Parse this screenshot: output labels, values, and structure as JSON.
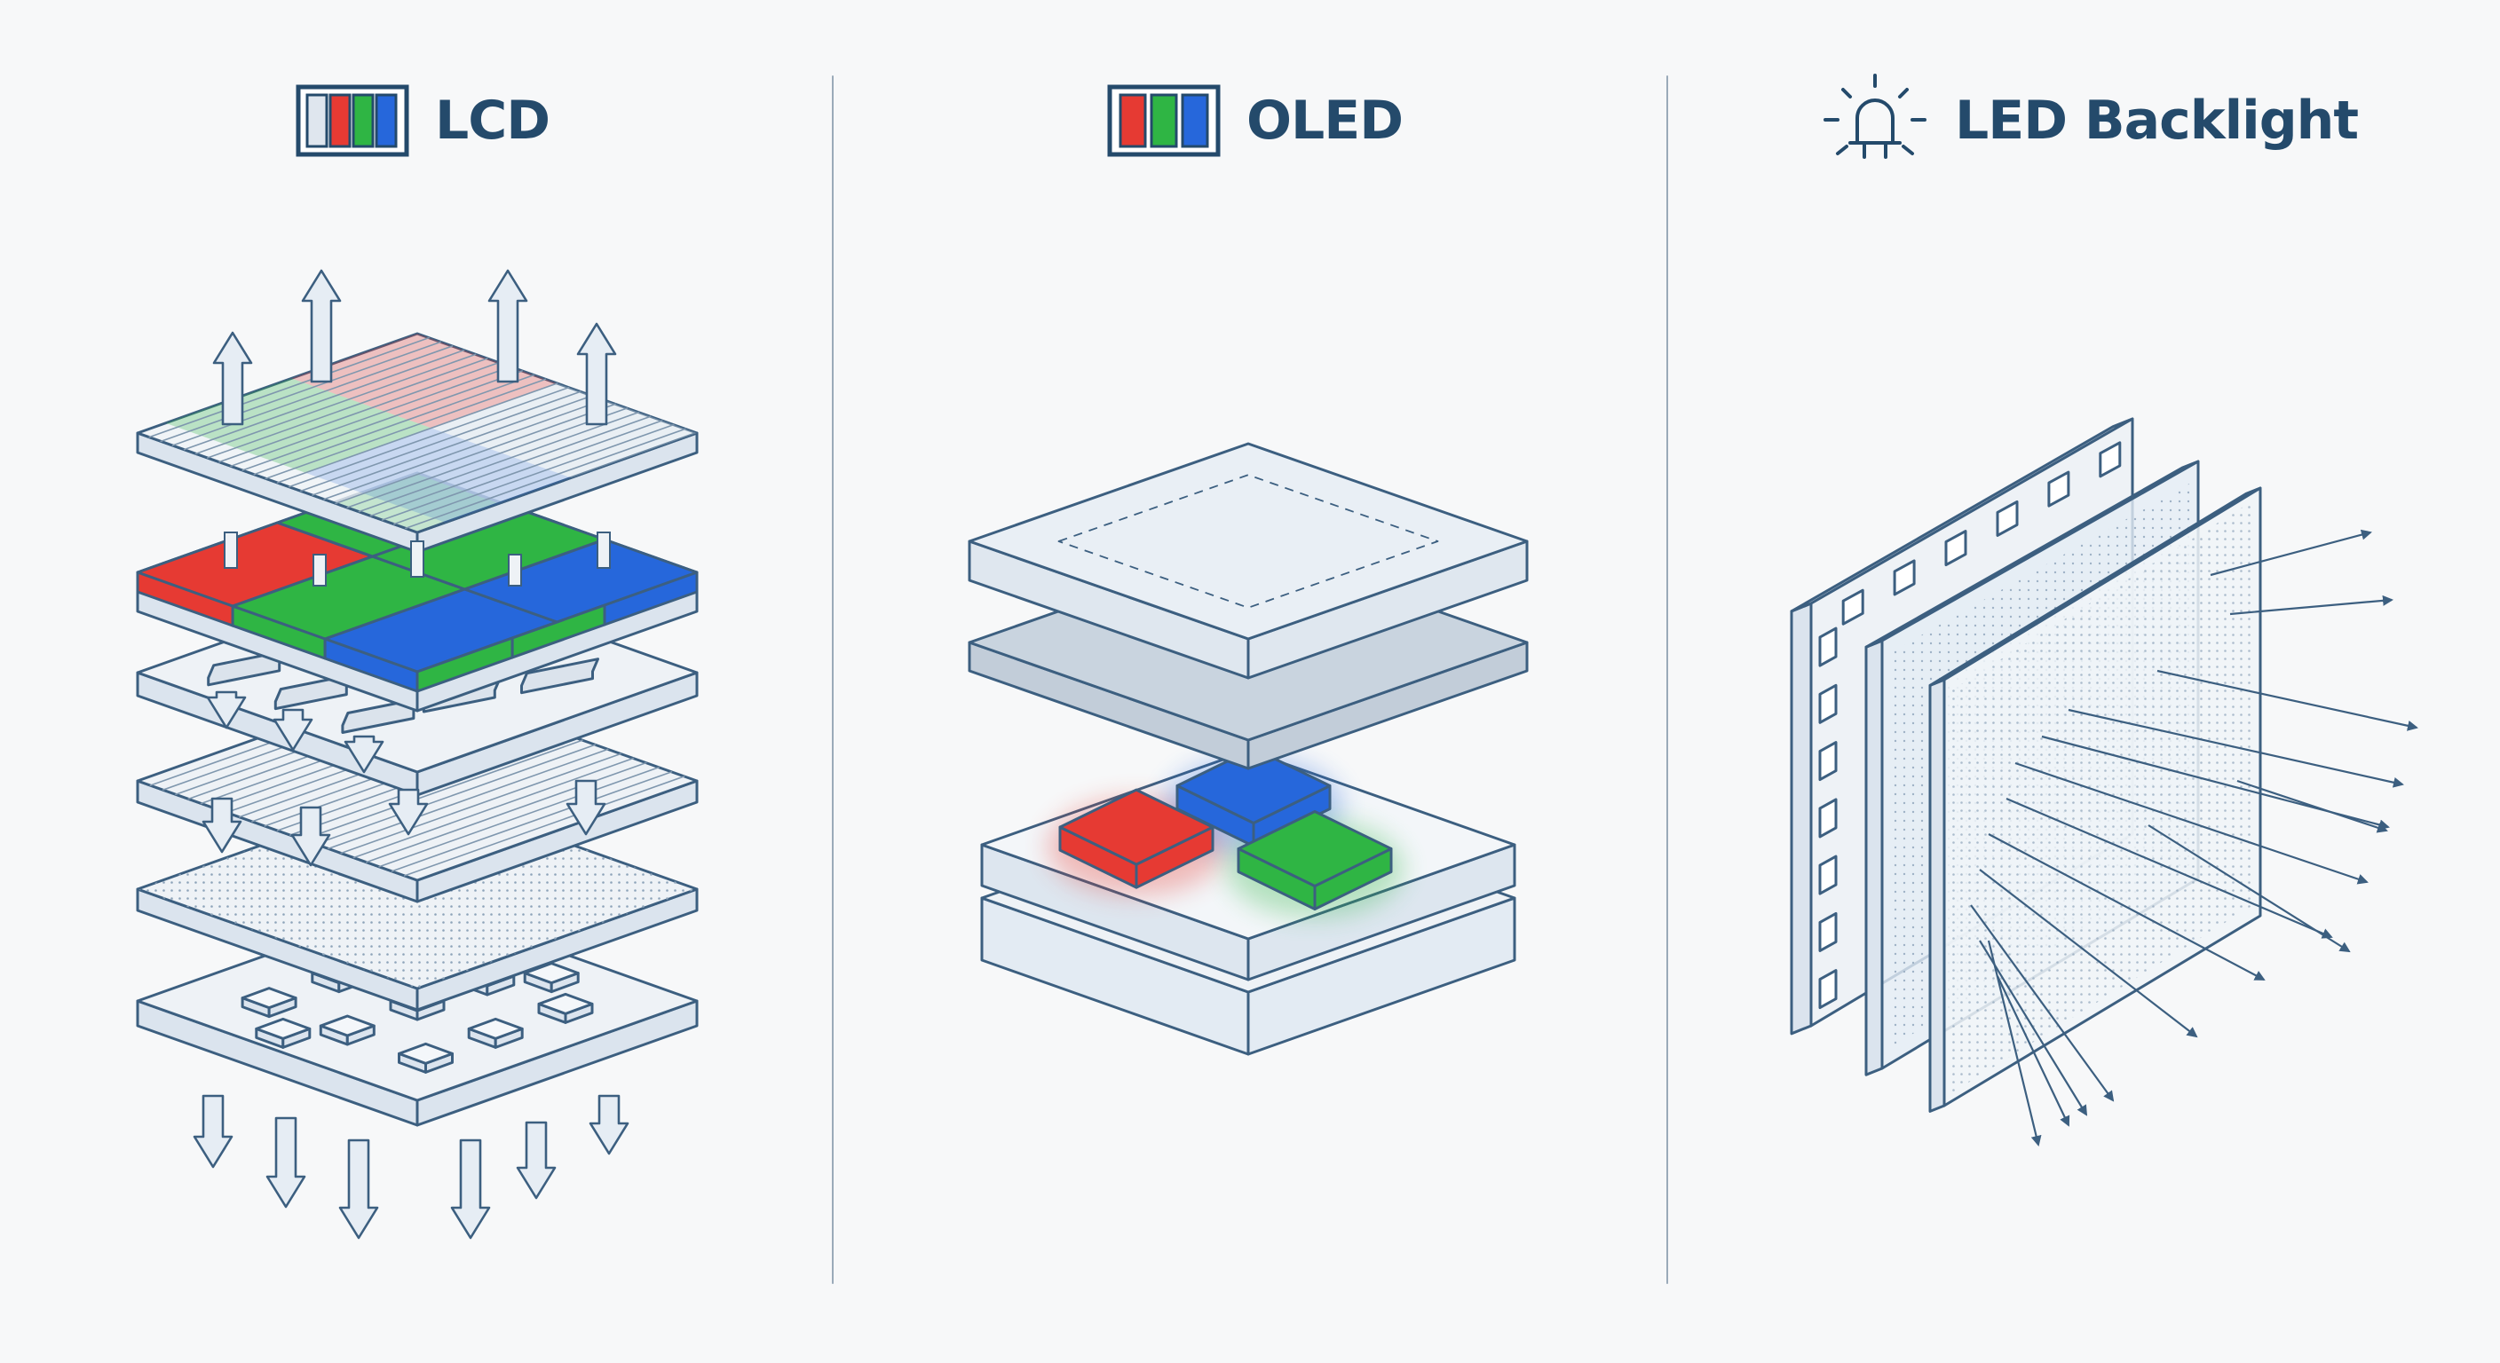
{
  "colors": {
    "ink": "#244a6b",
    "line": "#3c5f80",
    "plate_top": "#eef2f6",
    "plate_side": "#dbe4ee",
    "glass": "#e4ecf5",
    "red": "#e63a33",
    "green": "#2fb544",
    "blue": "#2667db",
    "divider": "#9aaab9",
    "arrow_fill": "#e6edf4",
    "background": "#f7f8f9"
  },
  "panels": [
    {
      "id": "lcd",
      "title": "LCD",
      "icon": "lcd-subpixel-icon"
    },
    {
      "id": "oled",
      "title": "OLED",
      "icon": "oled-subpixel-icon"
    },
    {
      "id": "led",
      "title": "LED Backlight",
      "icon": "led-lamp-icon"
    }
  ]
}
